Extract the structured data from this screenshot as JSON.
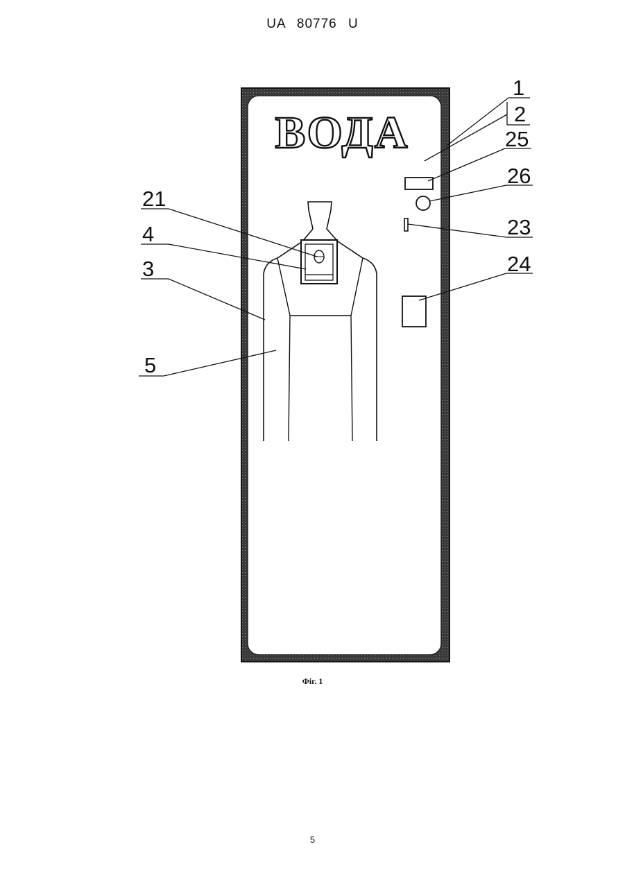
{
  "header": {
    "doc_id": "UA   80776   U"
  },
  "figure": {
    "brand_text": "ВОДА",
    "caption": "Фіг. 1",
    "labels": {
      "l1": "1",
      "l2": "2",
      "l25": "25",
      "l26": "26",
      "l23": "23",
      "l24": "24",
      "l21": "21",
      "l4": "4",
      "l3": "3",
      "l5": "5"
    }
  },
  "footer": {
    "page_number": "5"
  }
}
